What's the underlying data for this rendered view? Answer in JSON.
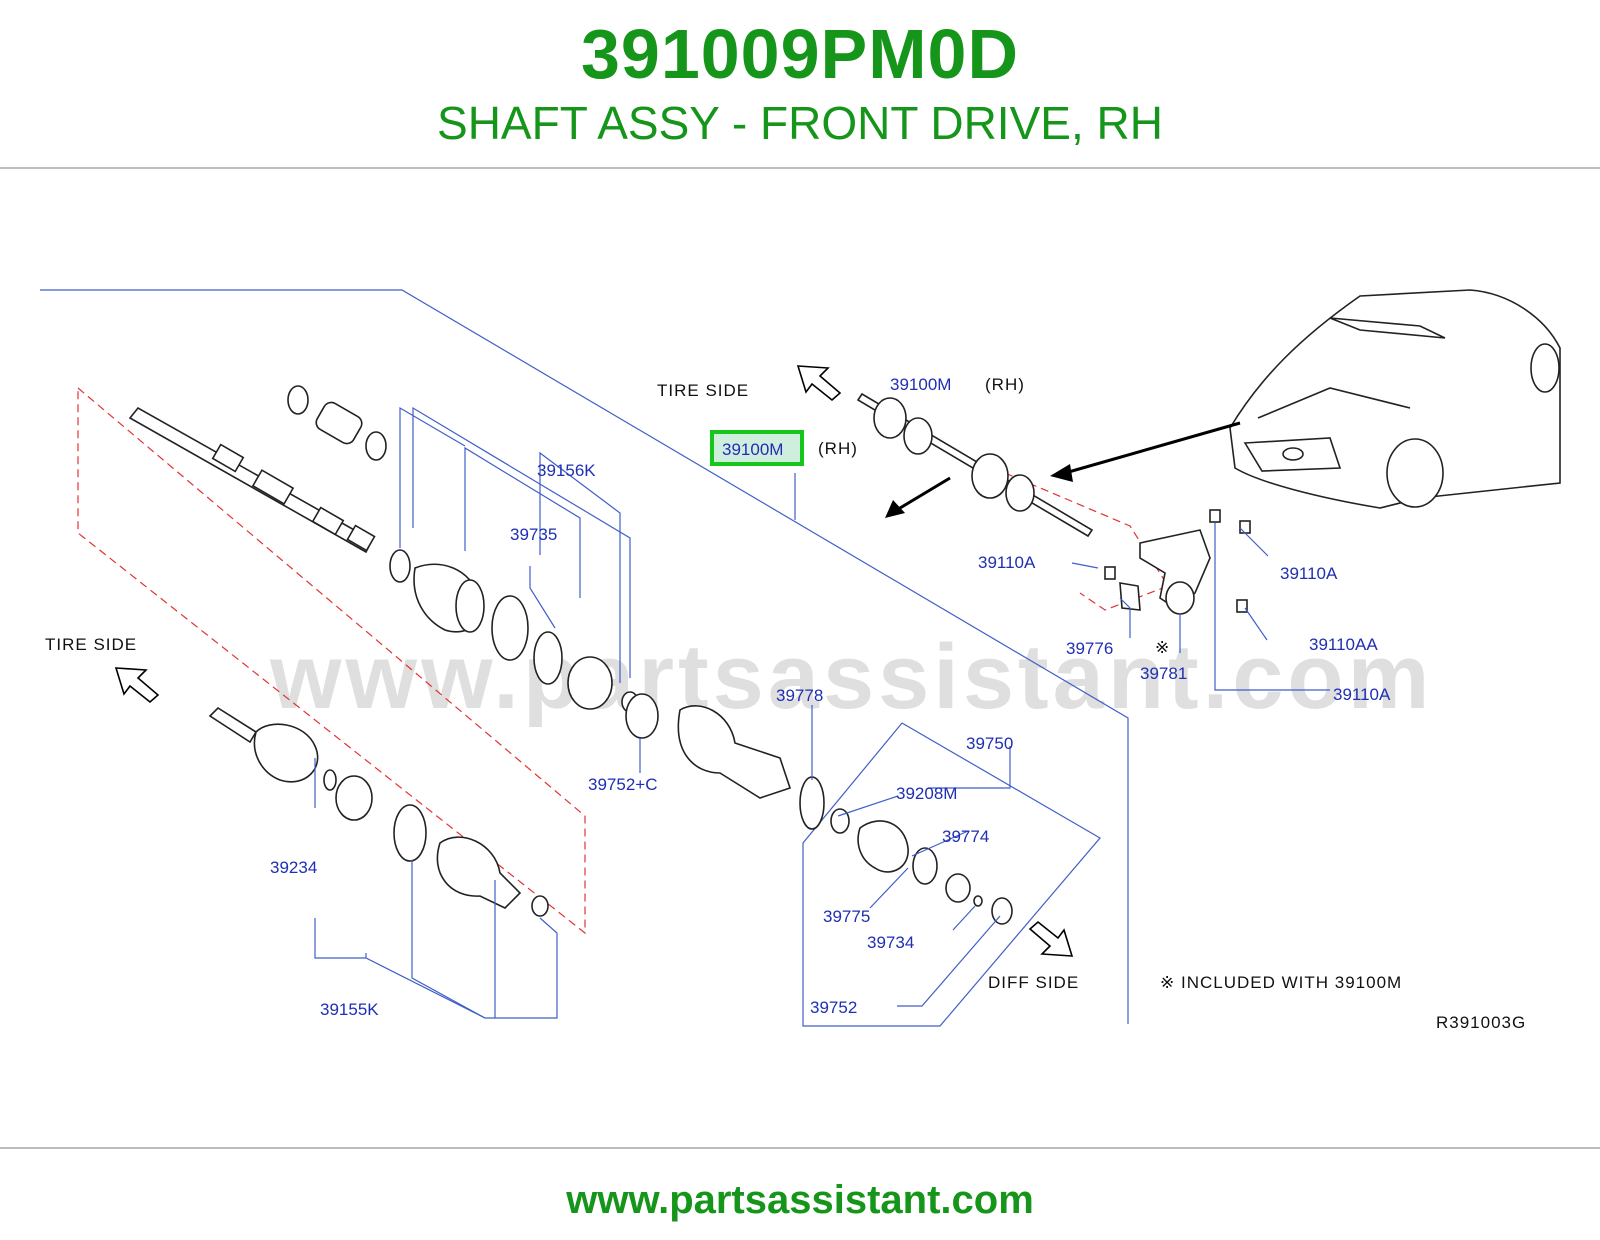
{
  "header": {
    "part_number": "391009PM0D",
    "description": "SHAFT ASSY - FRONT DRIVE, RH"
  },
  "diagram": {
    "watermark": "www.partsassistant.com",
    "figure_code": "R391003G",
    "direction_labels": {
      "tire_side_top": "TIRE   SIDE",
      "tire_side_left": "TIRE   SIDE",
      "diff_side": "DIFF   SIDE"
    },
    "note": "※  INCLUDED   WITH   39100M",
    "note_mark": "※",
    "side_rh": "(RH)",
    "highlighted_part": "39100M",
    "callouts": {
      "p39100M_top": "39100M",
      "p39100M_hl": "39100M",
      "p39156K": "39156K",
      "p39735": "39735",
      "p39110A_left": "39110A",
      "p39110A_right": "39110A",
      "p39110AA": "39110AA",
      "p39110A_bottom": "39110A",
      "p39776": "39776",
      "p39781": "39781",
      "p39778": "39778",
      "p39752C": "39752+C",
      "p39750": "39750",
      "p39208M": "39208M",
      "p39774": "39774",
      "p39775": "39775",
      "p39734": "39734",
      "p39752": "39752",
      "p39234": "39234",
      "p39155K": "39155K"
    },
    "colors": {
      "label": "#1f2fb5",
      "highlight": "#16c61a",
      "title": "#16951b",
      "leader": "#3f5fc7",
      "dashed": "#e23333"
    }
  },
  "footer": {
    "url": "www.partsassistant.com"
  }
}
